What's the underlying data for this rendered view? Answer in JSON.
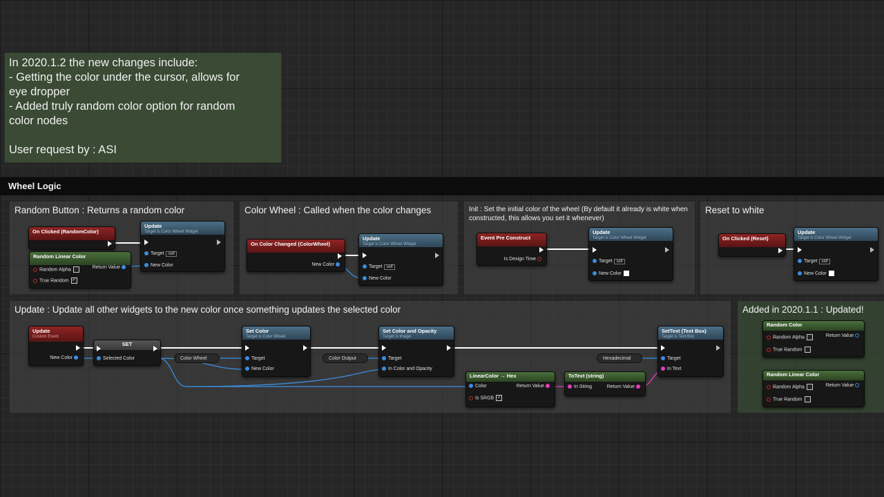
{
  "note": {
    "lines": [
      "In 2020.1.2 the new changes include:",
      "- Getting the color under the cursor, allows for",
      "eye dropper",
      "- Added truly random color option for random",
      "color nodes",
      "",
      "User request by : ASI"
    ]
  },
  "wheel_logic": {
    "title": "Wheel Logic"
  },
  "comments": {
    "random_button": "Random Button : Returns a random color",
    "color_wheel": "Color Wheel : Called when the color changes",
    "init": "Init : Set the initial color of the wheel (By default it already is white when constructed, this allows you set it whenever)",
    "reset": "Reset to white",
    "update": "Update : Update all other widgets to the new color once something updates the selected color",
    "added": "Added in 2020.1.1 : Updated!"
  },
  "nodes": {
    "on_clicked_random": {
      "title": "On Clicked (RandomColor)"
    },
    "random_linear_color_1": {
      "title": "Random Linear Color",
      "random_alpha": "Random Alpha",
      "true_random": "True Random",
      "return_value": "Return Value",
      "true_random_checked": "✓"
    },
    "update_1": {
      "title": "Update",
      "subtitle": "Target is Color Wheel Widget",
      "target": "Target",
      "self": "self",
      "new_color": "New Color"
    },
    "on_color_changed": {
      "title": "On Color Changed (ColorWheel)",
      "new_color": "New Color"
    },
    "update_2": {
      "title": "Update",
      "subtitle": "Target is Color Wheel Widget",
      "target": "Target",
      "self": "self",
      "new_color": "New Color"
    },
    "event_pre_construct": {
      "title": "Event Pre Construct",
      "is_design_time": "Is Design Time"
    },
    "update_3": {
      "title": "Update",
      "subtitle": "Target is Color Wheel Widget",
      "target": "Target",
      "self": "self",
      "new_color": "New Color"
    },
    "on_clicked_reset": {
      "title": "On Clicked (Reset)"
    },
    "update_4": {
      "title": "Update",
      "subtitle": "Target is Color Wheel Widget",
      "target": "Target",
      "self": "self",
      "new_color": "New Color"
    },
    "update_event": {
      "title": "Update",
      "subtitle": "Custom Event",
      "new_color": "New Color"
    },
    "set_node": {
      "title": "SET",
      "selected_color": "Selected Color"
    },
    "set_color": {
      "title": "Set Color",
      "subtitle": "Target is Color Wheel",
      "target": "Target",
      "new_color": "New Color"
    },
    "set_color_opacity": {
      "title": "Set Color and Opacity",
      "subtitle": "Target is Image",
      "target": "Target",
      "in_color": "In Color and Opacity"
    },
    "set_text": {
      "title": "SetText (Text Box)",
      "subtitle": "Target is Text Box",
      "target": "Target",
      "in_text": "In Text"
    },
    "linear_to_hex": {
      "title": "LinearColor → Hex",
      "color": "Color",
      "is_srgb": "Is SRGB",
      "return_value": "Return Value",
      "is_srgb_checked": "✓"
    },
    "to_text": {
      "title": "ToText (string)",
      "in_string": "In String",
      "return_value": "Return Value"
    },
    "random_color": {
      "title": "Random Color",
      "random_alpha": "Random Alpha",
      "true_random": "True Random",
      "return_value": "Return Value"
    },
    "random_linear_color_2": {
      "title": "Random Linear Color",
      "random_alpha": "Random Alpha",
      "true_random": "True Random",
      "return_value": "Return Value"
    }
  },
  "variables": {
    "color_wheel": "Color Wheel",
    "color_output": "Color Output",
    "hexadecimal": "Hexadecimal"
  },
  "colors": {
    "exec": "#ffffff",
    "linear_color_pin": "#3b8ee0",
    "string_pin": "#e83cb8",
    "event_header": "#8e2424",
    "function_header": "#4c6f86",
    "pure_header": "#4a6e3c"
  }
}
